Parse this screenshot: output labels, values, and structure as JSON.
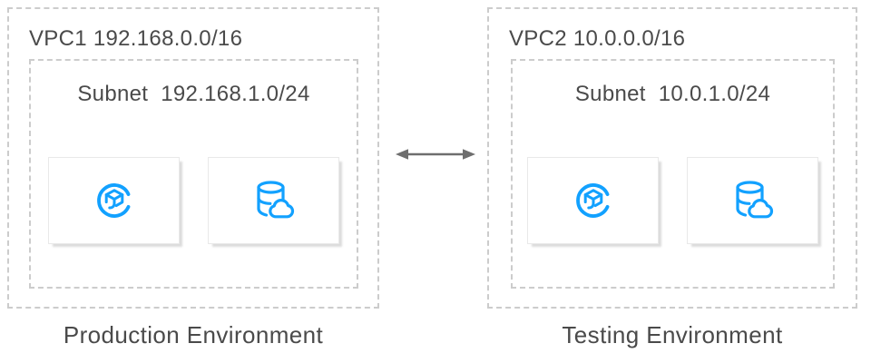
{
  "page": {
    "background": "#ffffff"
  },
  "colors": {
    "accent_blue": "#12a1ff",
    "border_dash": "#cccccc",
    "text": "#4a4a4a",
    "arrow": "#6e6e6e",
    "card_border": "#e9e9e9",
    "card_shadow": "#dcdcdc"
  },
  "diagram": {
    "vpcs": [
      {
        "title": "VPC1 192.168.0.0/16",
        "subnet": {
          "label": "Subnet",
          "cidr": "192.168.1.0/24"
        },
        "environment": "Production Environment",
        "icons": [
          "cvm-icon",
          "cloud-database-icon"
        ]
      },
      {
        "title": "VPC2 10.0.0.0/16",
        "subnet": {
          "label": "Subnet",
          "cidr": "10.0.1.0/24"
        },
        "environment": "Testing Environment",
        "icons": [
          "cvm-icon",
          "cloud-database-icon"
        ]
      }
    ],
    "connector": {
      "type": "bidirectional-arrow"
    }
  }
}
